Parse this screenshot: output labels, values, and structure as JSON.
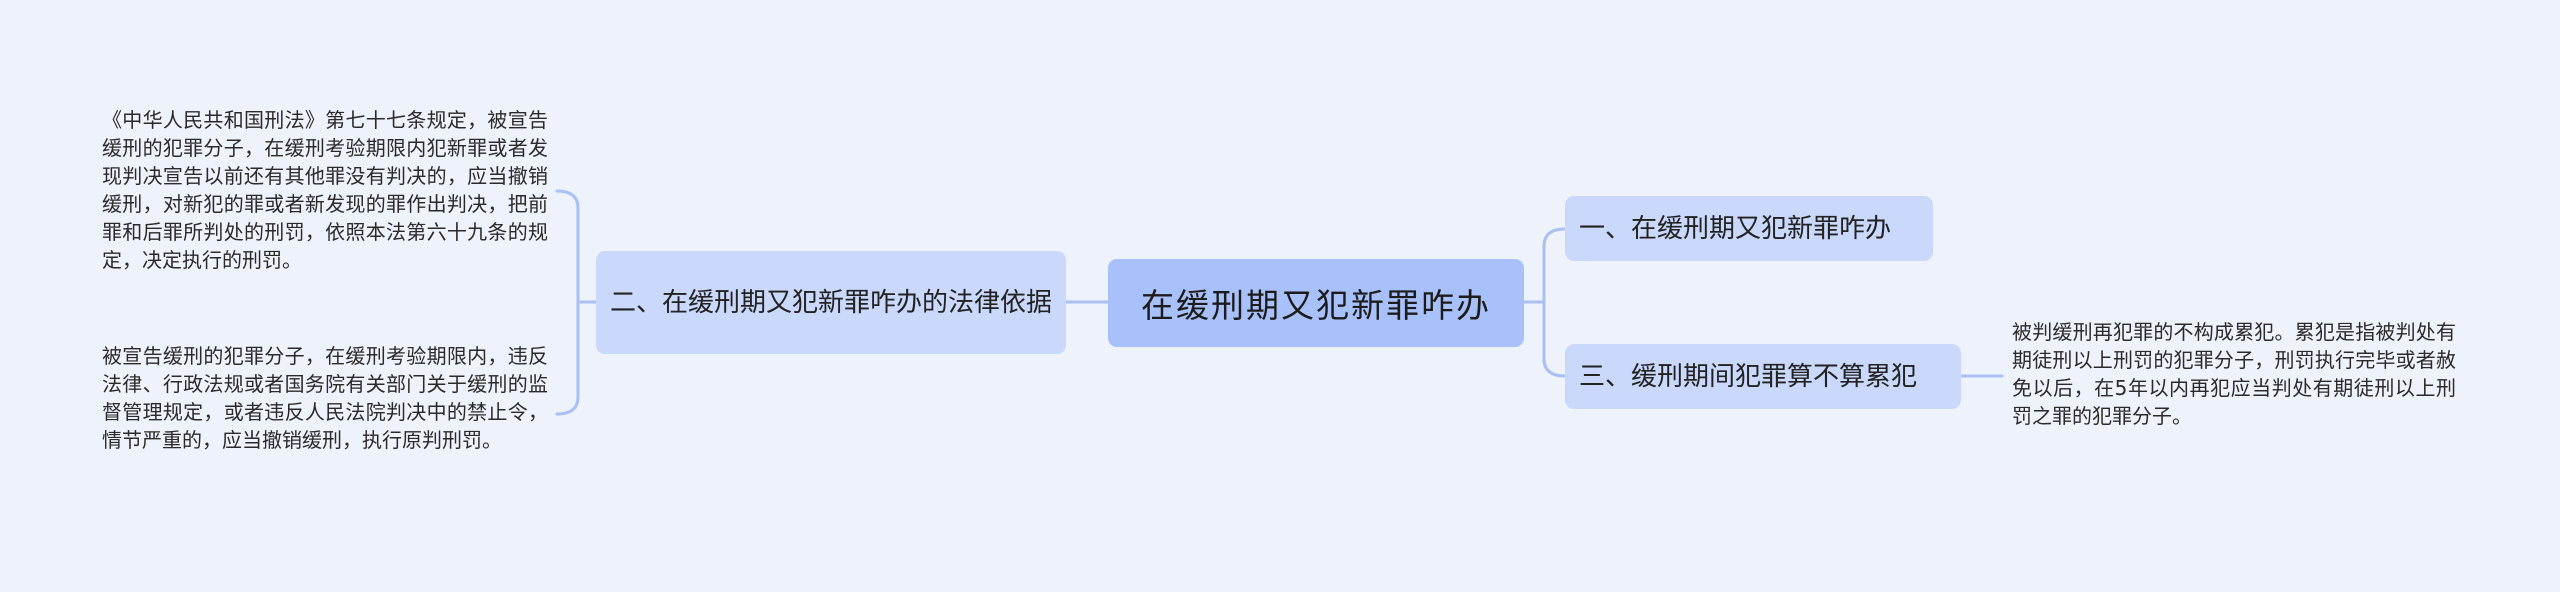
{
  "colors": {
    "background": "#eef2fb",
    "root_node": "#a9c1fa",
    "branch_node": "#c9d8fb",
    "connector": "#aac0f2",
    "text": "#1f1f1f"
  },
  "mindmap": {
    "root": {
      "label": "在缓刑期又犯新罪咋办"
    },
    "left_branches": [
      {
        "label": "二、在缓刑期又犯新罪咋办的法律依据",
        "leaves": [
          {
            "text": "《中华人民共和国刑法》第七十七条规定，被宣告缓刑的犯罪分子，在缓刑考验期限内犯新罪或者发现判决宣告以前还有其他罪没有判决的，应当撤销缓刑，对新犯的罪或者新发现的罪作出判决，把前罪和后罪所判处的刑罚，依照本法第六十九条的规定，决定执行的刑罚。"
          },
          {
            "text": "被宣告缓刑的犯罪分子，在缓刑考验期限内，违反法律、行政法规或者国务院有关部门关于缓刑的监督管理规定，或者违反人民法院判决中的禁止令，情节严重的，应当撤销缓刑，执行原判刑罚。"
          }
        ]
      }
    ],
    "right_branches": [
      {
        "label": "一、在缓刑期又犯新罪咋办",
        "leaves": []
      },
      {
        "label": "三、缓刑期间犯罪算不算累犯",
        "leaves": [
          {
            "text": "被判缓刑再犯罪的不构成累犯。累犯是指被判处有期徒刑以上刑罚的犯罪分子，刑罚执行完毕或者赦免以后，在5年以内再犯应当判处有期徒刑以上刑罚之罪的犯罪分子。"
          }
        ]
      }
    ]
  }
}
